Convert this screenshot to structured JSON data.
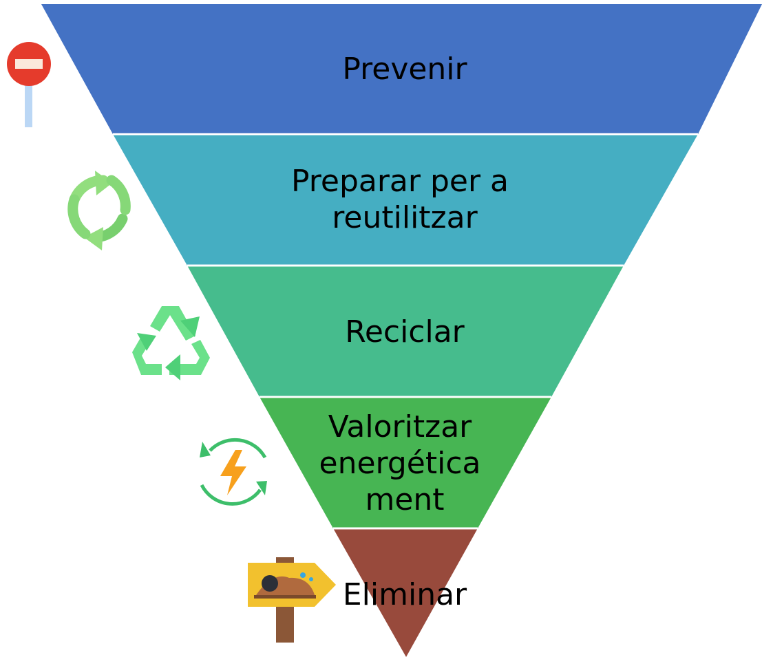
{
  "colors": {
    "prevenir": "#4472C4",
    "preparar": "#45AEC2",
    "reciclar": "#46BC8D",
    "valoritzar": "#47B553",
    "eliminar": "#984A3C",
    "divider": "#ffffff"
  },
  "tiers": [
    {
      "name": "prevenir",
      "lines": [
        "Prevenir"
      ],
      "icon": "no-entry-sign-icon"
    },
    {
      "name": "preparar",
      "lines": [
        "Preparar per a",
        "reutilitzar"
      ],
      "icon": "refresh-arrows-icon"
    },
    {
      "name": "reciclar",
      "lines": [
        "Reciclar"
      ],
      "icon": "recycle-icon"
    },
    {
      "name": "valoritzar",
      "lines": [
        "Valoritzar",
        "energética",
        "ment"
      ],
      "icon": "energy-bolt-cycle-icon"
    },
    {
      "name": "eliminar",
      "lines": [
        "Eliminar"
      ],
      "icon": "landfill-signpost-icon"
    }
  ]
}
